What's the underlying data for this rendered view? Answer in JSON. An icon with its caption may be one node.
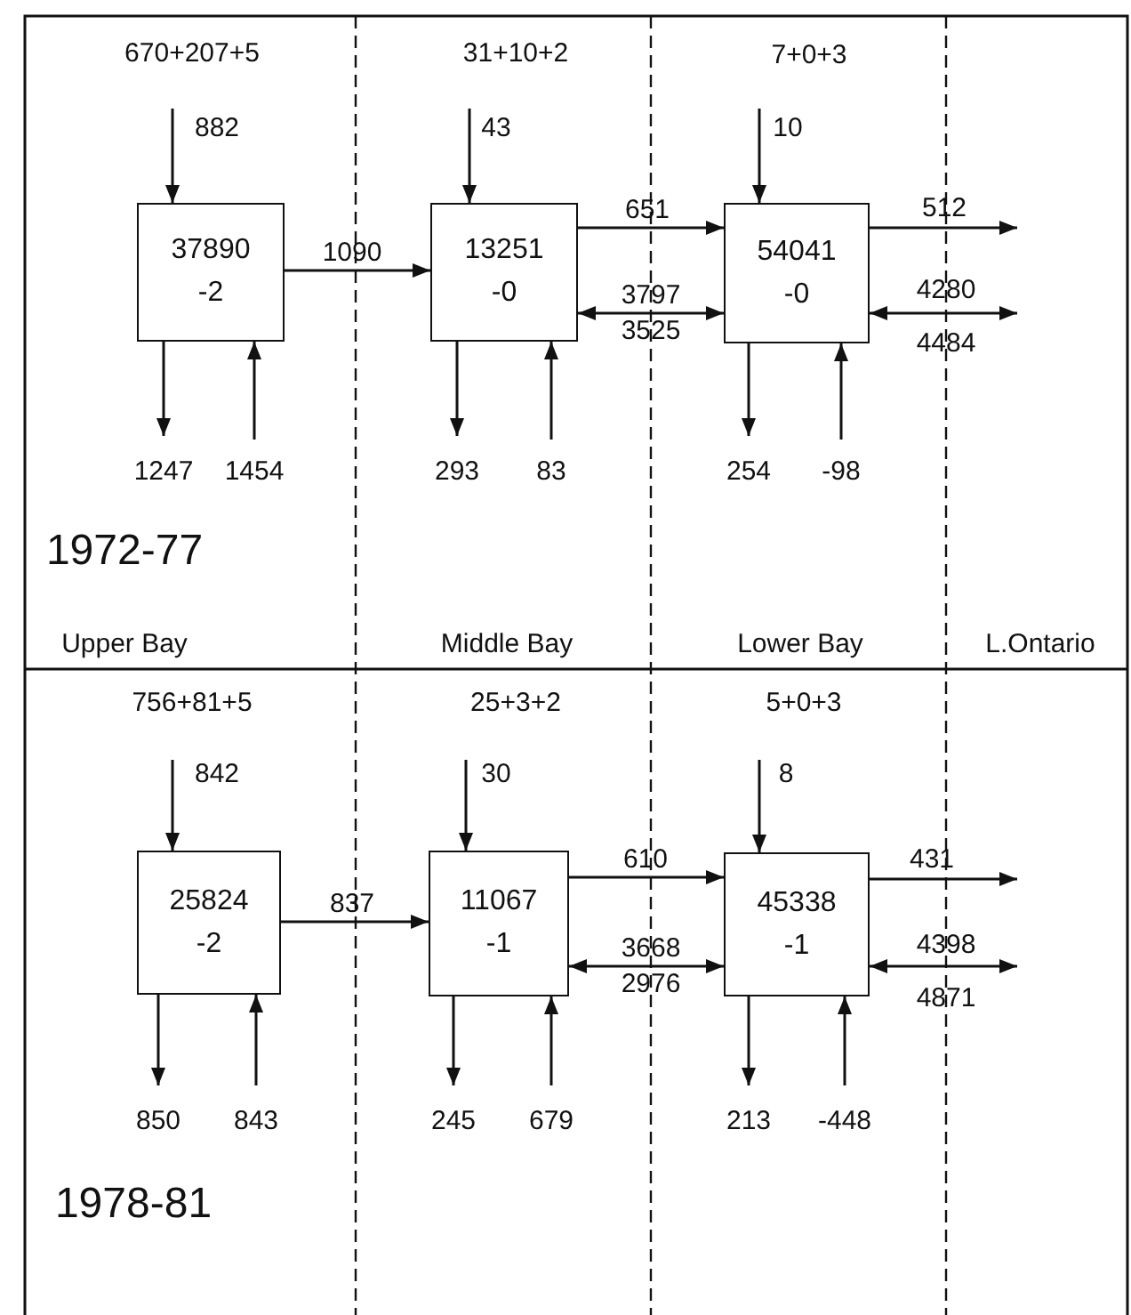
{
  "diagram": {
    "nodes": [
      {
        "text": [
          "37890",
          "-2"
        ]
      },
      {
        "text": [
          "13251",
          "-0"
        ]
      },
      {
        "text": [
          "54041",
          "-0"
        ]
      },
      {
        "text": [
          "25824",
          "-2"
        ]
      },
      {
        "text": [
          "11067",
          "-1"
        ]
      },
      {
        "text": [
          "45338",
          "-1"
        ]
      }
    ],
    "edges": [
      {
        "from": null,
        "to": 0,
        "arrow": "to",
        "label": "882"
      },
      {
        "from": 0,
        "to": null,
        "arrow": "to",
        "label": "1247"
      },
      {
        "from": null,
        "to": 0,
        "arrow": "to",
        "label": "1454"
      },
      {
        "from": null,
        "to": 1,
        "arrow": "to",
        "label": "43"
      },
      {
        "from": 1,
        "to": null,
        "arrow": "to",
        "label": "293"
      },
      {
        "from": null,
        "to": 1,
        "arrow": "to",
        "label": "83"
      },
      {
        "from": null,
        "to": 2,
        "arrow": "to",
        "label": "10"
      },
      {
        "from": 2,
        "to": null,
        "arrow": "to",
        "label": "254"
      },
      {
        "from": null,
        "to": 2,
        "arrow": "to",
        "label": "-98"
      },
      {
        "from": 0,
        "to": 1,
        "arrow": "to",
        "label": "1090"
      },
      {
        "from": 1,
        "to": 2,
        "arrow": "to",
        "label": "651"
      },
      {
        "from": 1,
        "to": 2,
        "arrow": "both",
        "label": "3797"
      },
      {
        "from": 2,
        "to": null,
        "arrow": "to",
        "label": "512"
      },
      {
        "from": 2,
        "to": null,
        "arrow": "both",
        "label": "4280"
      },
      {
        "from": null,
        "to": 3,
        "arrow": "to",
        "label": "842"
      },
      {
        "from": 3,
        "to": null,
        "arrow": "to",
        "label": "850"
      },
      {
        "from": null,
        "to": 3,
        "arrow": "to",
        "label": "843"
      },
      {
        "from": null,
        "to": 4,
        "arrow": "to",
        "label": "30"
      },
      {
        "from": 4,
        "to": null,
        "arrow": "to",
        "label": "245"
      },
      {
        "from": null,
        "to": 4,
        "arrow": "to",
        "label": "679"
      },
      {
        "from": null,
        "to": 5,
        "arrow": "to",
        "label": "8"
      },
      {
        "from": 5,
        "to": null,
        "arrow": "to",
        "label": "213"
      },
      {
        "from": null,
        "to": 5,
        "arrow": "to",
        "label": "-448"
      },
      {
        "from": 3,
        "to": 4,
        "arrow": "to",
        "label": "837"
      },
      {
        "from": 4,
        "to": 5,
        "arrow": "to",
        "label": "610"
      },
      {
        "from": 4,
        "to": 5,
        "arrow": "both",
        "label": "3668"
      },
      {
        "from": 5,
        "to": null,
        "arrow": "to",
        "label": "431"
      },
      {
        "from": 5,
        "to": null,
        "arrow": "both",
        "label": "4398"
      }
    ],
    "labels": [
      "670+207+5",
      "31+10+2",
      "7+0+3",
      "3525",
      "4484",
      "1972-77",
      "Upper Bay",
      "Middle Bay",
      "Lower Bay",
      "L.Ontario",
      "756+81+5",
      "25+3+2",
      "5+0+3",
      "2976",
      "4871",
      "1978-81"
    ]
  }
}
